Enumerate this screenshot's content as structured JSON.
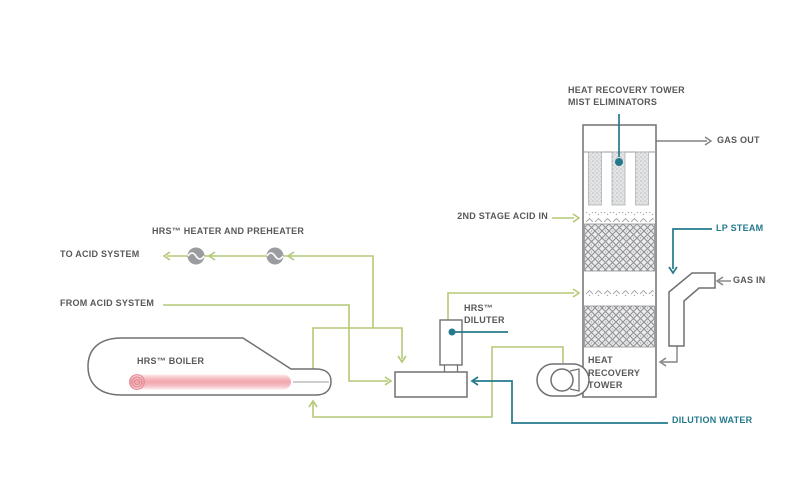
{
  "diagram": {
    "labels": {
      "mist_eliminators_line1": "HEAT RECOVERY TOWER",
      "mist_eliminators_line2": "MIST ELIMINATORS",
      "gas_out": "GAS OUT",
      "second_stage_acid_in": "2ND STAGE ACID IN",
      "lp_steam": "LP STEAM",
      "gas_in": "GAS IN",
      "heater_preheater": "HRS™ HEATER AND PREHEATER",
      "to_acid_system": "TO ACID SYSTEM",
      "from_acid_system": "FROM ACID SYSTEM",
      "hrs_boiler": "HRS™ BOILER",
      "hrs_diluter_line1": "HRS™",
      "hrs_diluter_line2": "DILUTER",
      "tower_line1": "HEAT",
      "tower_line2": "RECOVERY",
      "tower_line3": "TOWER",
      "dilution_water": "DILUTION WATER"
    },
    "colors": {
      "acid_line_green": "#b4c877",
      "utility_line_teal": "#24798c",
      "equipment_outline_gray": "#6f7073",
      "flow_line_gray": "#808285",
      "label_gray": "#57585a",
      "boiler_heat_pink": "#f1a6ad",
      "heat_exchanger_fill": "#9b9c9f"
    },
    "icons": {
      "heat_exchanger": "circle-with-wave",
      "pump": "circle-with-volute",
      "flow_arrow": "open-v-arrowhead",
      "injection_point": "filled-dot"
    }
  }
}
